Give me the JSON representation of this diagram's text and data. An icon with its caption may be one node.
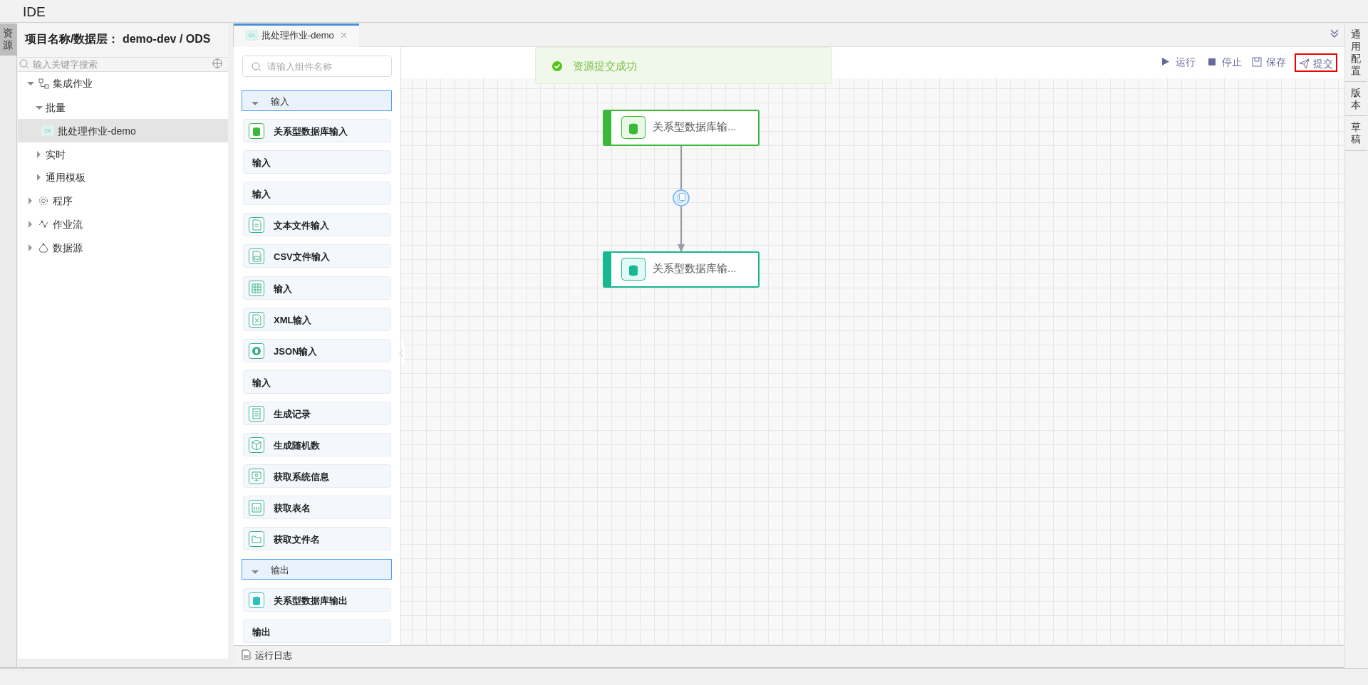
{
  "diagram": {
    "nodes": [
      {
        "text": [
          "关系型数据库输..."
        ]
      },
      {
        "text": [],
        "shape": "circle"
      },
      {
        "text": [
          "关系型数据库输..."
        ]
      }
    ],
    "edges": [
      {
        "from": 0,
        "to": 1,
        "arrow": "none"
      },
      {
        "from": 1,
        "to": 2,
        "arrow": "to"
      }
    ],
    "labels": [
      "IDE",
      "资源",
      "项目名称/数据层： demo-dev / ODS",
      "输入关键字搜索",
      "集成作业",
      "批量",
      "DI",
      "批处理作业-demo",
      "实时",
      "通用模板",
      "程序",
      "作业流",
      "数据源",
      "DI",
      "批处理作业-demo",
      "请输入组件名称",
      "资源提交成功",
      "运行",
      "停止",
      "保存",
      "提交",
      "通用配置",
      "版本",
      "草稿",
      "输入",
      "关系型数据库输入",
      "输入",
      "输入",
      "文本文件输入",
      "CSV文件输入",
      "输入",
      "XML输入",
      "JSON输入",
      "输入",
      "生成记录",
      "生成随机数",
      "获取系统信息",
      "获取表名",
      "获取文件名",
      "输出",
      "关系型数据库输出",
      "输出",
      "运行日志"
    ]
  }
}
